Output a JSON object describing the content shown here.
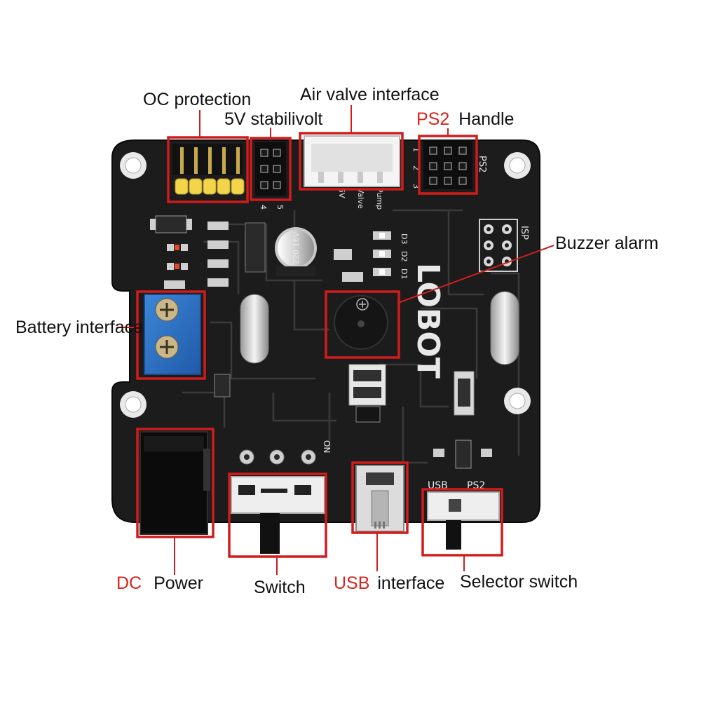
{
  "labels": {
    "oc_protection": "OC protection",
    "stabilivolt": "5V stabilivolt",
    "air_valve": "Air valve interface",
    "ps2_red": "PS2",
    "ps2_rest": "Handle",
    "buzzer": "Buzzer alarm",
    "battery": "Battery interface",
    "dc_red": "DC",
    "dc_rest": "Power",
    "switch": "Switch",
    "usb_red": "USB",
    "usb_rest": "interface",
    "selector": "Selector switch"
  },
  "silkscreen": {
    "logo": "LOBOT",
    "isp": "ISP",
    "ps2": "PS2",
    "usb": "USB",
    "ps2_switch": "PS2",
    "on": "ON",
    "pump": "Pump",
    "valve": "Valve",
    "five_v": "5V",
    "cap": "220 16V",
    "d3": "D3",
    "d2": "D2",
    "d1": "D1",
    "pin1": "1",
    "pin2": "2",
    "pin3": "3",
    "pin4": "4",
    "pin5": "5"
  },
  "colors": {
    "board": "#1b1b1b",
    "highlight": "#d21b1b",
    "label_accent": "#d6261f",
    "terminal": "#2b6fc4",
    "header_yellow": "#f2d54a"
  }
}
